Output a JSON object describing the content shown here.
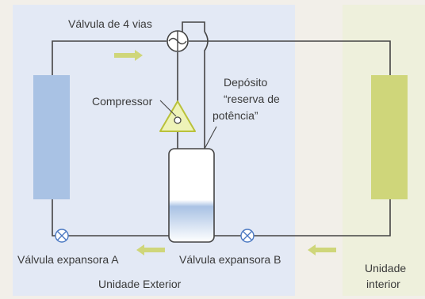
{
  "labels": {
    "four_way_valve": "Válvula de 4 vias",
    "compressor": "Compressor",
    "reservoir_line1": "Depósito",
    "reservoir_line2": "“reserva de",
    "reservoir_line3": "potência”",
    "expansion_valve_a": "Válvula expansora A",
    "expansion_valve_b": "Válvula expansora B",
    "outdoor_unit": "Unidade Exterior",
    "indoor_unit_line1": "Unidade",
    "indoor_unit_line2": "interior"
  },
  "colors": {
    "background": "#f2efe9",
    "outdoor_zone": "#e3e9f5",
    "indoor_zone": "#eef0dc",
    "outdoor_coil": "#a9c2e4",
    "indoor_coil": "#cfd67a",
    "arrow": "#cfd67a",
    "pipe": "#444444",
    "valve": "#4a78c2",
    "compressor_fill": "#eef3b8"
  }
}
